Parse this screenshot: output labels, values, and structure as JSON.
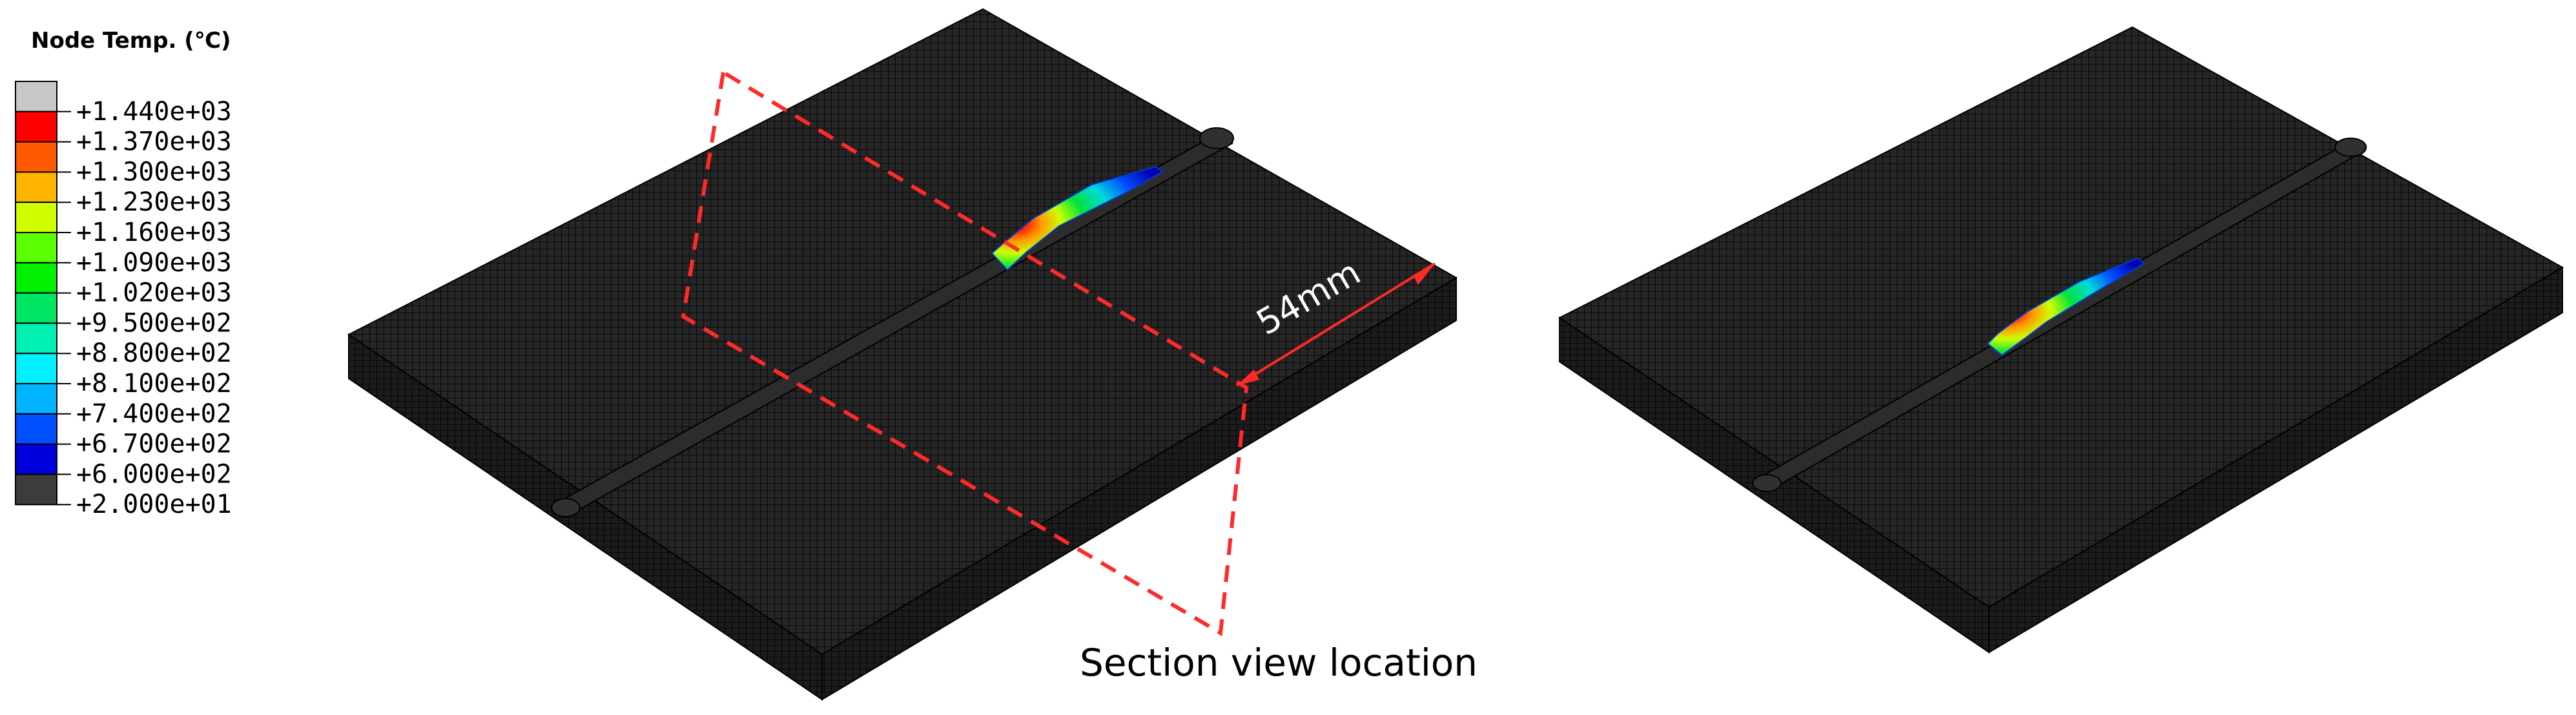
{
  "legend": {
    "title": "Node Temp. (℃)",
    "levels": [
      {
        "value": "+1.440e+03",
        "color": "#c8c8c8"
      },
      {
        "value": "+1.370e+03",
        "color": "#ff0000"
      },
      {
        "value": "+1.300e+03",
        "color": "#ff5a00"
      },
      {
        "value": "+1.230e+03",
        "color": "#ffb400"
      },
      {
        "value": "+1.160e+03",
        "color": "#d2ff00"
      },
      {
        "value": "+1.090e+03",
        "color": "#5aff00"
      },
      {
        "value": "+1.020e+03",
        "color": "#00f000"
      },
      {
        "value": "+9.500e+02",
        "color": "#00e664"
      },
      {
        "value": "+8.800e+02",
        "color": "#00f0b4"
      },
      {
        "value": "+8.100e+02",
        "color": "#00f0ff"
      },
      {
        "value": "+7.400e+02",
        "color": "#00b4ff"
      },
      {
        "value": "+6.700e+02",
        "color": "#0050ff"
      },
      {
        "value": "+6.000e+02",
        "color": "#0000dc"
      },
      {
        "value": "+2.000e+01",
        "color": "#3c3c3c"
      }
    ]
  },
  "annotations": {
    "dimension_label": "54mm",
    "section_label": "Section view location",
    "section_line_color": "#ff2a2a"
  },
  "colors": {
    "mesh_top": "#262626",
    "mesh_side": "#1c1c1c",
    "mesh_front": "#141414",
    "weld_bead": "#2a2a2a"
  }
}
